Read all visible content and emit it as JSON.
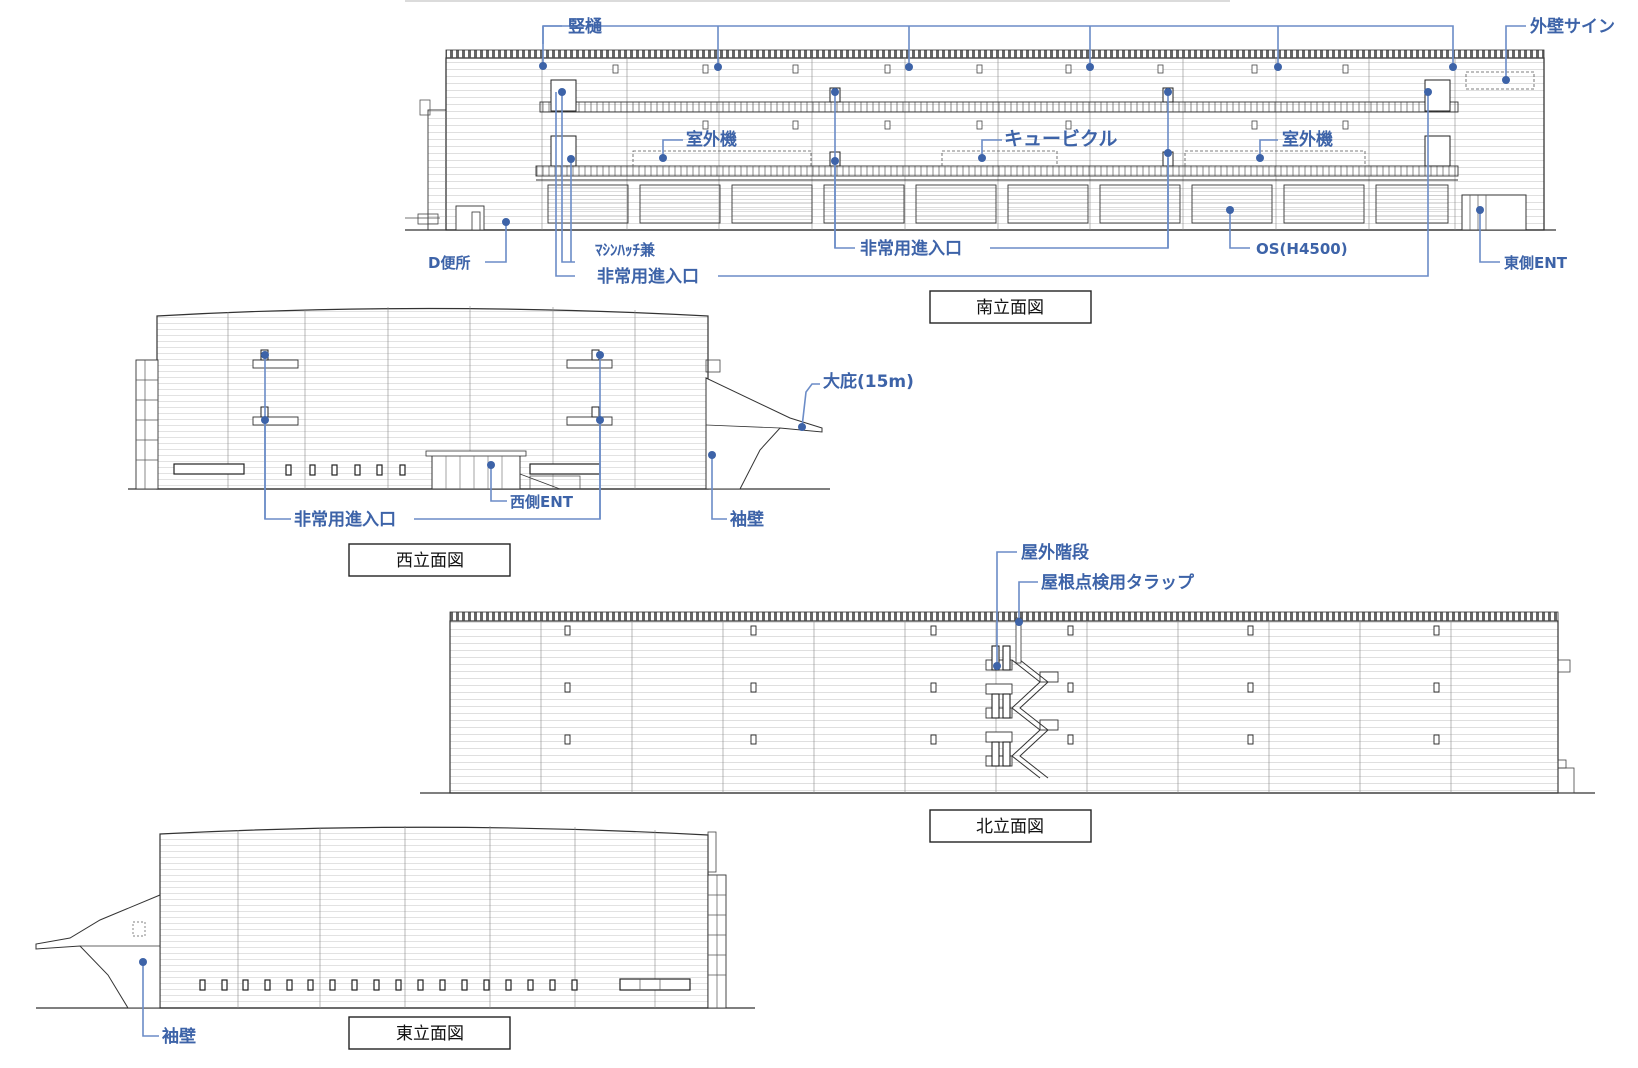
{
  "colors": {
    "label": "#3d63a8",
    "leader": "#6b8cc7",
    "line": "#333333"
  },
  "south": {
    "title": "南立面図",
    "labels": {
      "downspout": "竪樋",
      "wall_sign": "外壁サイン",
      "outdoor_unit_left": "室外機",
      "cubicle": "キュービクル",
      "outdoor_unit_right": "室外機",
      "d_toilet": "D便所",
      "machine_hatch": "ﾏｼﾝﾊｯﾁ兼",
      "emergency_entry_a": "非常用進入口",
      "emergency_entry_b": "非常用進入口",
      "os": "OS(H4500)",
      "east_ent": "東側ENT"
    }
  },
  "west": {
    "title": "西立面図",
    "labels": {
      "canopy": "大庇(15m)",
      "west_ent": "西側ENT",
      "emergency_entry": "非常用進入口",
      "wing_wall": "袖壁"
    }
  },
  "north": {
    "title": "北立面図",
    "labels": {
      "outdoor_stair": "屋外階段",
      "roof_ladder": "屋根点検用タラップ"
    }
  },
  "east": {
    "title": "東立面図",
    "labels": {
      "wing_wall": "袖壁"
    }
  }
}
